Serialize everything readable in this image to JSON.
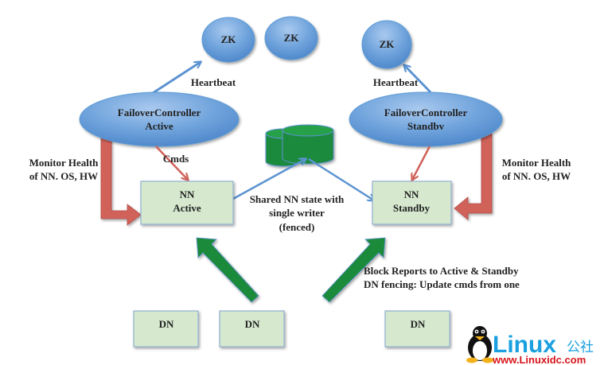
{
  "diagram": {
    "title": "HDFS NameNode HA with automatic failover",
    "nodes": {
      "zk1": {
        "label": "ZK"
      },
      "zk2": {
        "label": "ZK"
      },
      "zk3": {
        "label": "ZK"
      },
      "fc_active": {
        "line1": "FailoverController",
        "line2": "Active"
      },
      "fc_standby": {
        "line1": "FailoverController",
        "line2": "Standbv"
      },
      "nn_active": {
        "line1": "NN",
        "line2": "Active"
      },
      "nn_standby": {
        "line1": "NN",
        "line2": "Standby"
      },
      "shared_storage": {
        "icon": "database-icon"
      },
      "dn1": {
        "label": "DN"
      },
      "dn2": {
        "label": "DN"
      },
      "dn3": {
        "label": "DN"
      }
    },
    "labels": {
      "heartbeat_left": "Heartbeat",
      "heartbeat_right": "Heartbeat",
      "cmds": "Cmds",
      "monitor_left_1": "Monitor Health",
      "monitor_left_2": "of NN. OS, HW",
      "monitor_right_1": "Monitor Health",
      "monitor_right_2": "of NN. OS, HW",
      "shared_1": "Shared NN state with",
      "shared_2": "single writer",
      "shared_3": "(fenced)",
      "block_1": "Block Reports to Active & Standby",
      "block_2": "DN fencing: Update cmds from one"
    },
    "colors": {
      "ellipse": "#5b9bd5",
      "box_fill": "#d6e9cf",
      "box_stroke": "#8fb0cf",
      "red_arrow": "#d0625a",
      "green_arrow": "#1f8a3a",
      "blue_arrow": "#5b93d1",
      "db": "#1e8a3c"
    }
  },
  "watermark": {
    "brand": "Linux",
    "brand_cn": "公社",
    "url": "www.Linuxidc.com"
  }
}
